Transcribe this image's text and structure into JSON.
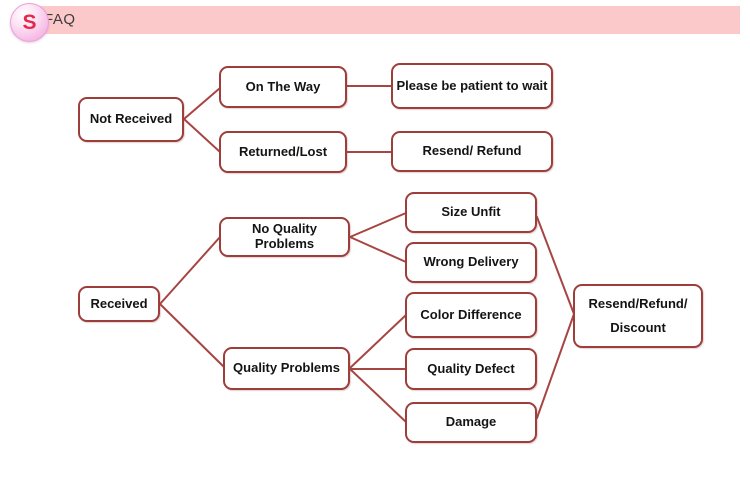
{
  "header": {
    "logo_letter": "S",
    "title": "FAQ"
  },
  "diagram": {
    "nodes": {
      "not_received": "Not Received",
      "on_the_way": "On The Way",
      "returned_lost": "Returned/Lost",
      "please_wait": "Please be patient to wait",
      "resend_refund": "Resend/ Refund",
      "received": "Received",
      "no_quality_problems": "No Quality Problems",
      "quality_problems": "Quality Problems",
      "size_unfit": "Size Unfit",
      "wrong_delivery": "Wrong Delivery",
      "color_difference": "Color Difference",
      "quality_defect": "Quality Defect",
      "damage": "Damage",
      "resend_refund_discount_line1": "Resend/Refund/",
      "resend_refund_discount_line2": "Discount"
    },
    "edges": [
      [
        "Not Received",
        "On The Way"
      ],
      [
        "Not Received",
        "Returned/Lost"
      ],
      [
        "On The Way",
        "Please be patient to wait"
      ],
      [
        "Returned/Lost",
        "Resend/ Refund"
      ],
      [
        "Received",
        "No Quality Problems"
      ],
      [
        "Received",
        "Quality Problems"
      ],
      [
        "No Quality Problems",
        "Size Unfit"
      ],
      [
        "No Quality Problems",
        "Wrong Delivery"
      ],
      [
        "Quality Problems",
        "Color Difference"
      ],
      [
        "Quality Problems",
        "Quality Defect"
      ],
      [
        "Quality Problems",
        "Damage"
      ],
      [
        "Size Unfit",
        "Resend/Refund/ Discount"
      ],
      [
        "Damage",
        "Resend/Refund/ Discount"
      ]
    ]
  },
  "colors": {
    "accent_border": "#9e3e3b",
    "line_color": "#a64542",
    "header_bar": "#fbc9c9",
    "title_color": "#3d3d3d",
    "logo_letter_color": "#e4294d"
  }
}
